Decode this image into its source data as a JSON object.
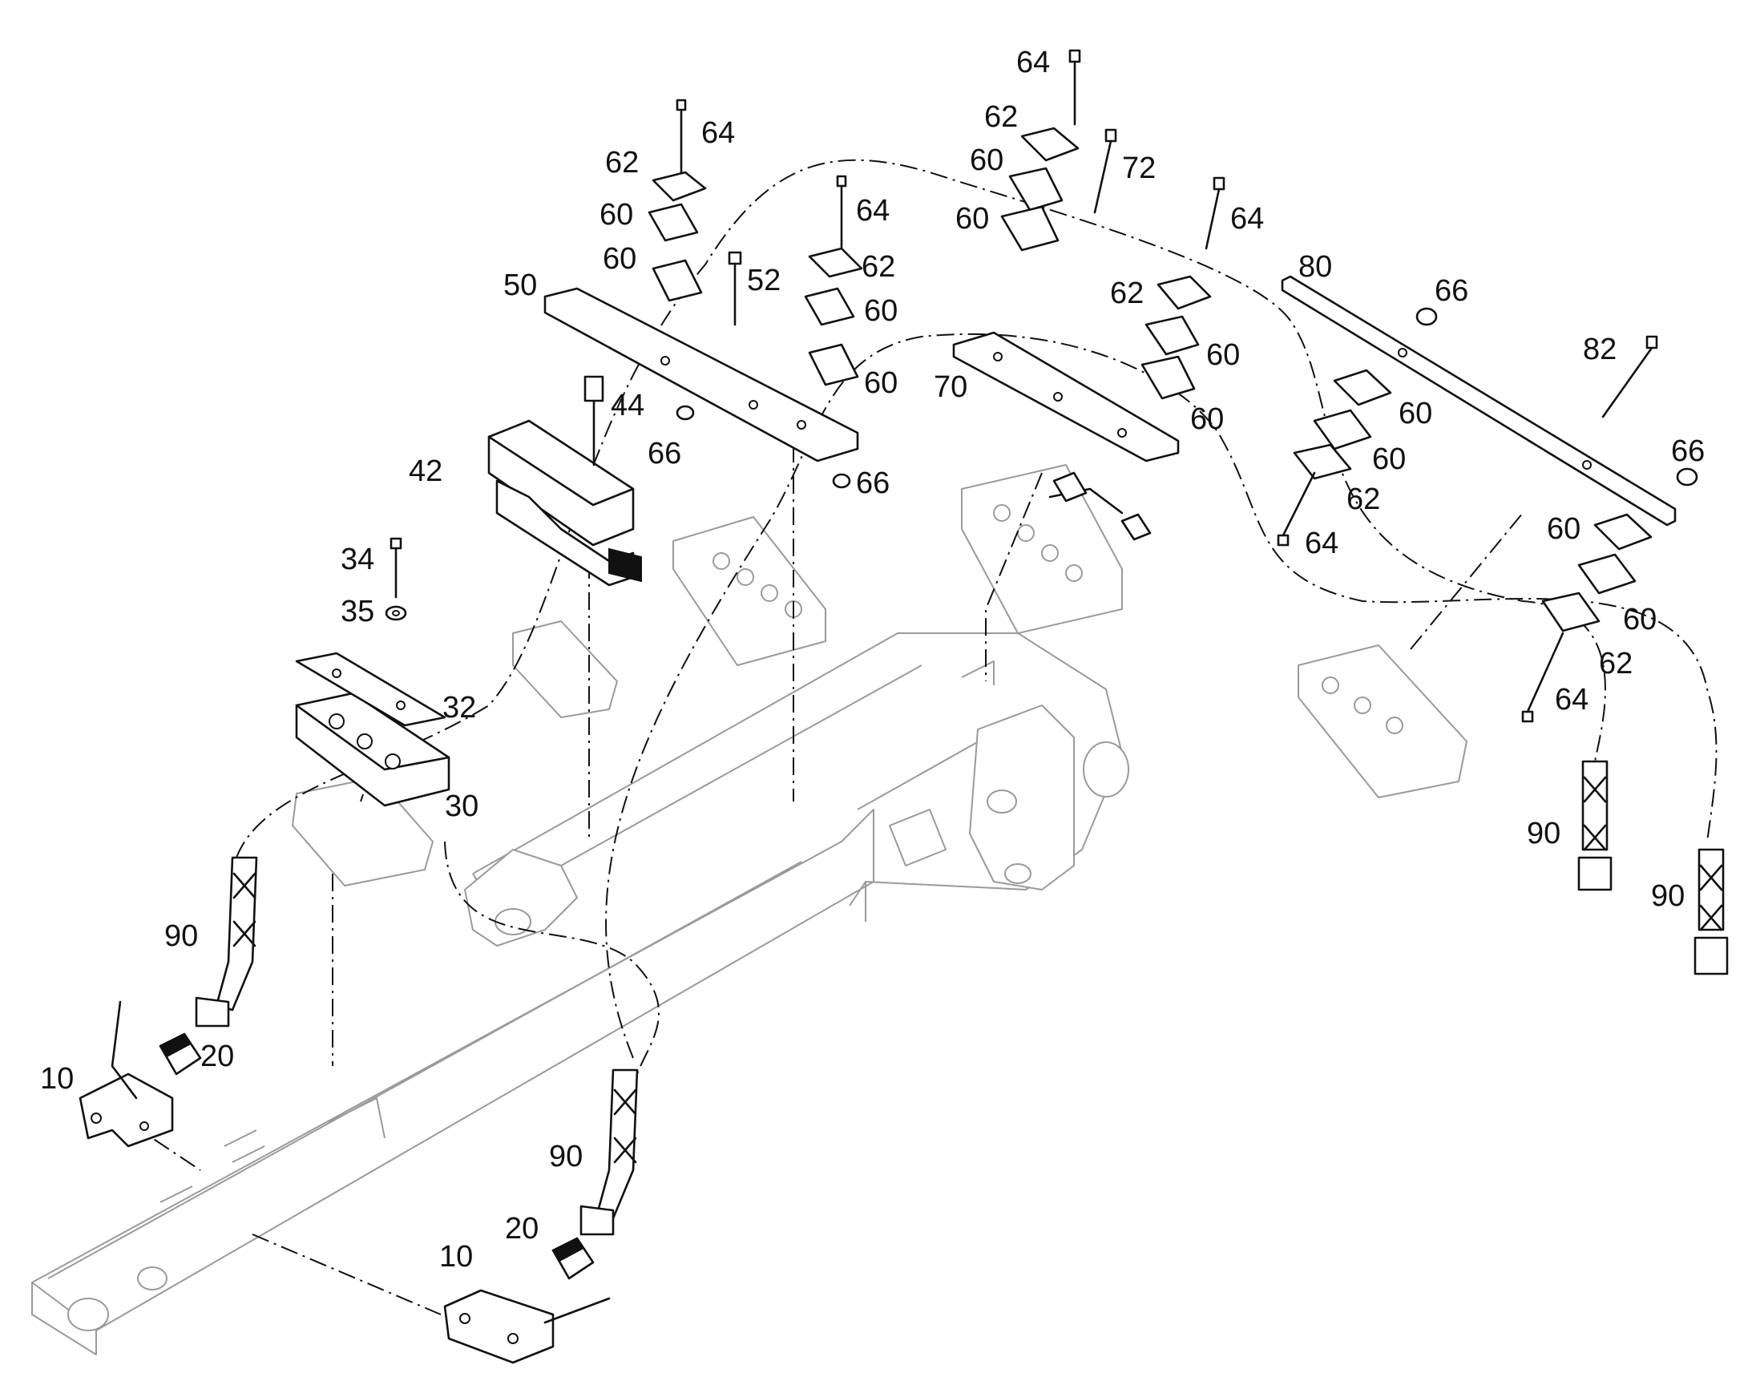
{
  "labels": {
    "l10a": "10",
    "l10b": "10",
    "l20a": "20",
    "l20b": "20",
    "l30": "30",
    "l32": "32",
    "l34": "34",
    "l35": "35",
    "l42": "42",
    "l44": "44",
    "l50": "50",
    "l52": "52",
    "l60a": "60",
    "l60b": "60",
    "l60c": "60",
    "l60d": "60",
    "l60e": "60",
    "l60f": "60",
    "l60g": "60",
    "l60h": "60",
    "l60i": "60",
    "l60j": "60",
    "l60k": "60",
    "l60l": "60",
    "l62a": "62",
    "l62b": "62",
    "l62c": "62",
    "l62d": "62",
    "l62e": "62",
    "l62f": "62",
    "l64a": "64",
    "l64b": "64",
    "l64c": "64",
    "l64d": "64",
    "l64e": "64",
    "l64f": "64",
    "l66a": "66",
    "l66b": "66",
    "l66c": "66",
    "l66d": "66",
    "l70": "70",
    "l72": "72",
    "l80": "80",
    "l82": "82",
    "l90a": "90",
    "l90b": "90",
    "l90c": "90",
    "l90d": "90"
  }
}
